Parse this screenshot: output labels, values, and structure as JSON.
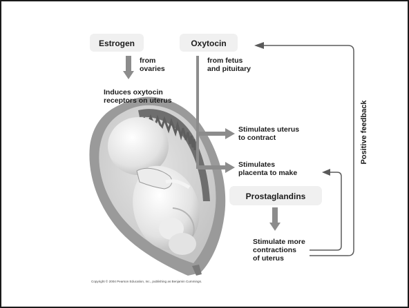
{
  "diagram": {
    "estrogen": "Estrogen",
    "oxytocin": "Oxytocin",
    "from_ovaries": [
      "from",
      "ovaries"
    ],
    "from_fetus": [
      "from fetus",
      "and pituitary"
    ],
    "induces": [
      "Induces oxytocin",
      "receptors on uterus"
    ],
    "stim_uterus": [
      "Stimulates uterus",
      "to contract"
    ],
    "stim_placenta": [
      "Stimulates",
      "placenta to make"
    ],
    "prostaglandins": "Prostaglandins",
    "stim_more": [
      "Stimulate more",
      "contractions",
      "of uterus"
    ],
    "positive_feedback": "Positive feedback",
    "copyright": "Copyright © 2004 Pearson Education, Inc., publishing as Benjamin Cummings."
  },
  "colors": {
    "arrow": "#8c8c8c",
    "label_box": "#f0f0f0",
    "uterus_outer": "#9a9a9a",
    "uterus_inner": "#d2d2d2",
    "fetus": "#e6e6e6",
    "placenta": "#6e6e6e"
  }
}
